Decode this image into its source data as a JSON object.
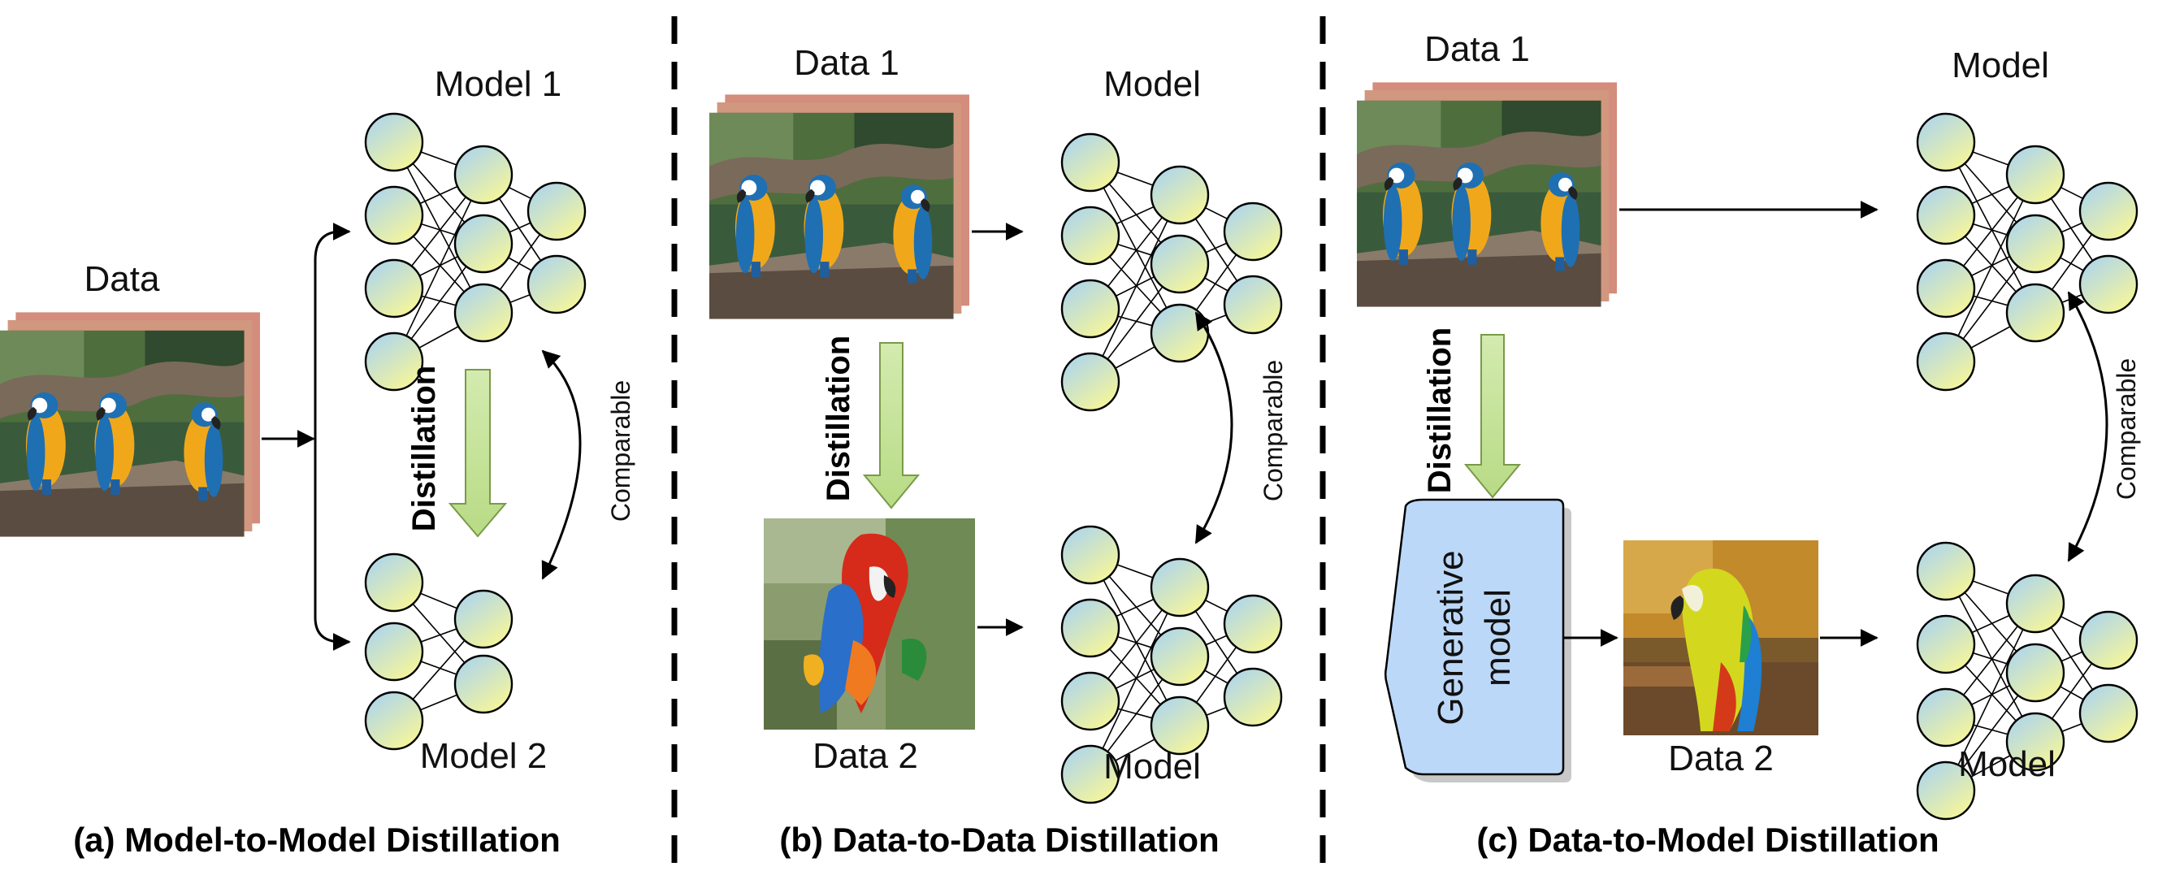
{
  "panels": {
    "a": {
      "caption": "(a) Model-to-Model Distillation",
      "data_label": "Data",
      "model1_label": "Model 1",
      "model2_label": "Model 2",
      "distillation_label": "Distillation",
      "comparable_label": "Comparable"
    },
    "b": {
      "caption": "(b) Data-to-Data Distillation",
      "data1_label": "Data 1",
      "data2_label": "Data 2",
      "model_top_label": "Model",
      "model_bottom_label": "Model",
      "distillation_label": "Distillation",
      "comparable_label": "Comparable"
    },
    "c": {
      "caption": "(c) Data-to-Model Distillation",
      "data1_label": "Data 1",
      "data2_label": "Data 2",
      "model_top_label": "Model",
      "model_bottom_label": "Model",
      "distillation_label": "Distillation",
      "comparable_label": "Comparable",
      "generative_label_line1": "Generative",
      "generative_label_line2": "model"
    }
  },
  "colors": {
    "node_top": "#a8d4f4",
    "node_bottom": "#f4f5a0",
    "distill_arrow": "#c6e39a",
    "generative_fill": "#bcd8f8"
  }
}
